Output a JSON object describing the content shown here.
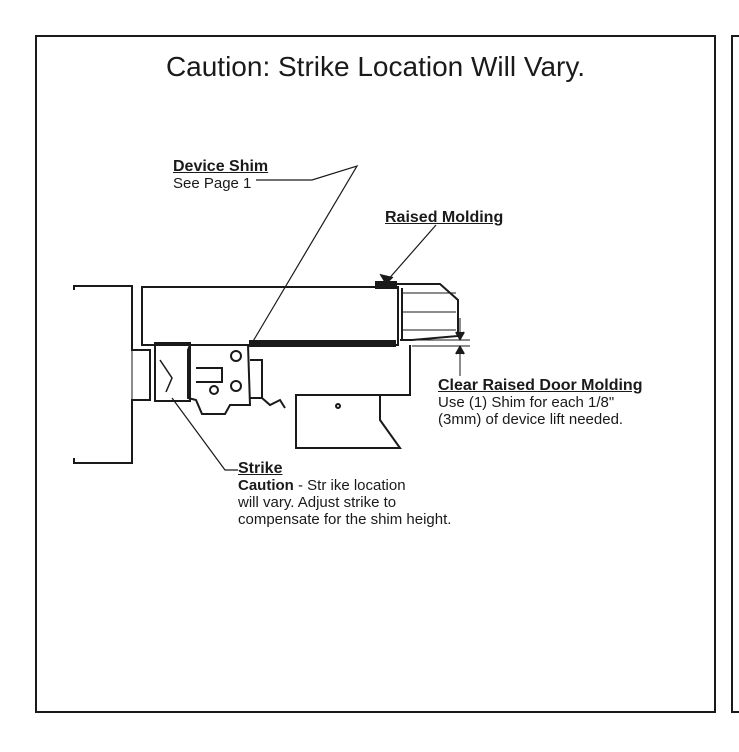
{
  "title": "Caution: Strike Location Will Vary.",
  "labels": {
    "device_shim": {
      "heading": "Device Shim",
      "text": "See Page 1"
    },
    "raised_molding": {
      "heading": "Raised Molding"
    },
    "clear_raised": {
      "heading": "Clear Raised Door Molding",
      "line1": "Use (1) Shim for each 1/8\"",
      "line2": "(3mm) of device lift needed."
    },
    "strike": {
      "heading": "Strike",
      "caution": "Caution",
      "line1": " - Str ike location",
      "line2": "will vary. Adjust strike to",
      "line3": "compensate for the shim height."
    }
  }
}
